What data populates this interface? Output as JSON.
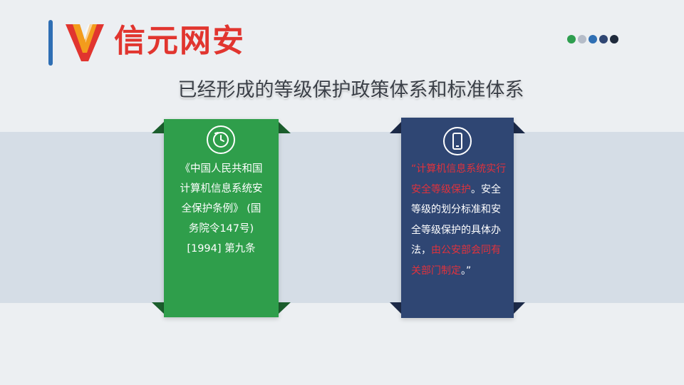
{
  "brand": {
    "name": "信元网安",
    "color": "#e1352f",
    "bar_color": "#2f6fb4"
  },
  "nav_dots": [
    "#2e9e4f",
    "#b5bcc8",
    "#2f6fb4",
    "#2f4673",
    "#1f2a3c"
  ],
  "slide_title": "已经形成的等级保护政策体系和标准体系",
  "cards": [
    {
      "icon": "clock-icon",
      "color": "#2f9e4b",
      "text": "《中国人民共和国\n计算机信息系统安\n全保护条例》 (国\n务院令147号)\n[1994] 第九条"
    },
    {
      "icon": "phone-icon",
      "color": "#2f4673",
      "quote_open": "“",
      "red_1": "计算机信息系统实行安全等级保护",
      "text_1": "。安全等级的划分标准和安全等级保护的具体办法，",
      "red_2": "由公安部会同有关部门制定",
      "quote_close": "。”"
    }
  ]
}
